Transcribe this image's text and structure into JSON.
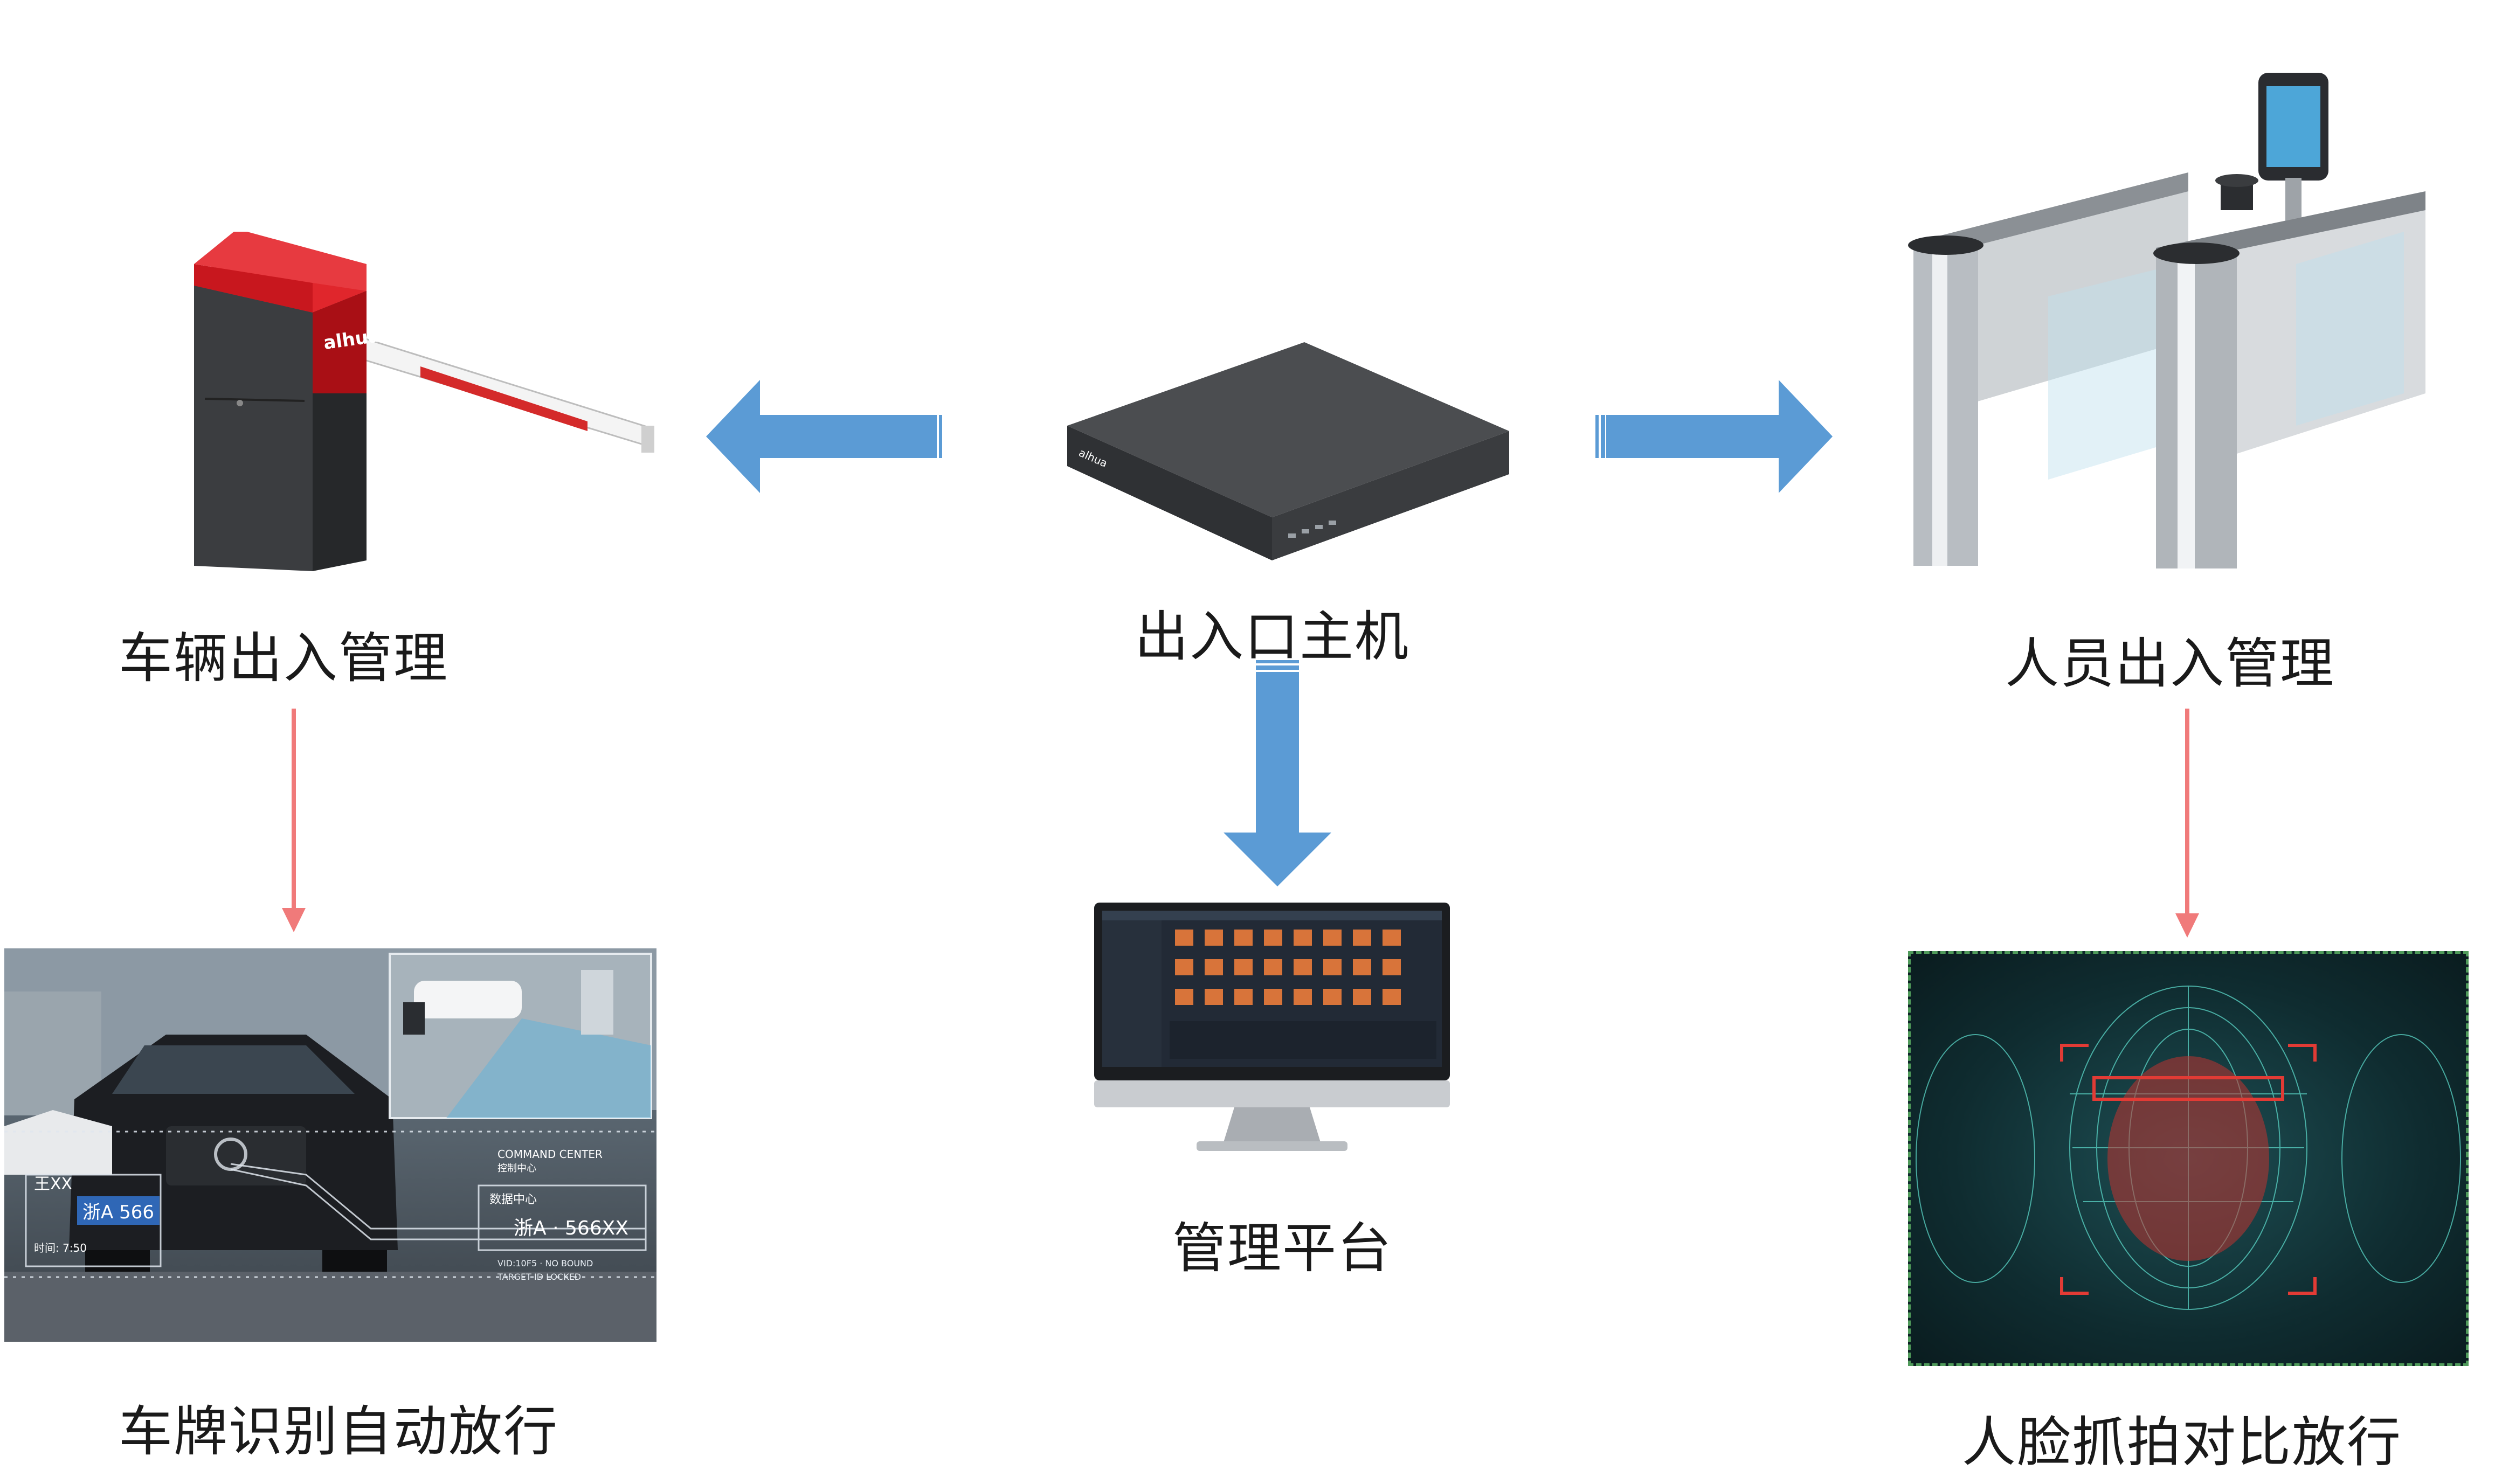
{
  "nodes": {
    "hub": {
      "label": "出入口主机"
    },
    "vehicle": {
      "label": "车辆出入管理",
      "brand": "alhua"
    },
    "person": {
      "label": "人员出入管理"
    },
    "platform": {
      "label": "管理平台"
    },
    "plate": {
      "label": "车牌识别自动放行",
      "overlay": {
        "name": "王XX",
        "plate_small": "浙A 566",
        "panel_title": "数据中心",
        "plate_big": "浙A · 566XX",
        "command": "COMMAND CENTER",
        "sub": "控制中心",
        "time": "时间: 7:50",
        "line1": "VID:10F5 · NO BOUND",
        "line2": "TARGET ID LOCKED"
      }
    },
    "face": {
      "label": "人脸抓拍对比放行"
    }
  },
  "colors": {
    "blue_arrow": "#5b9bd5",
    "pink_arrow": "#f07a7a",
    "barrier_red": "#c8171e",
    "dashed_border": "#4f9a5a"
  }
}
